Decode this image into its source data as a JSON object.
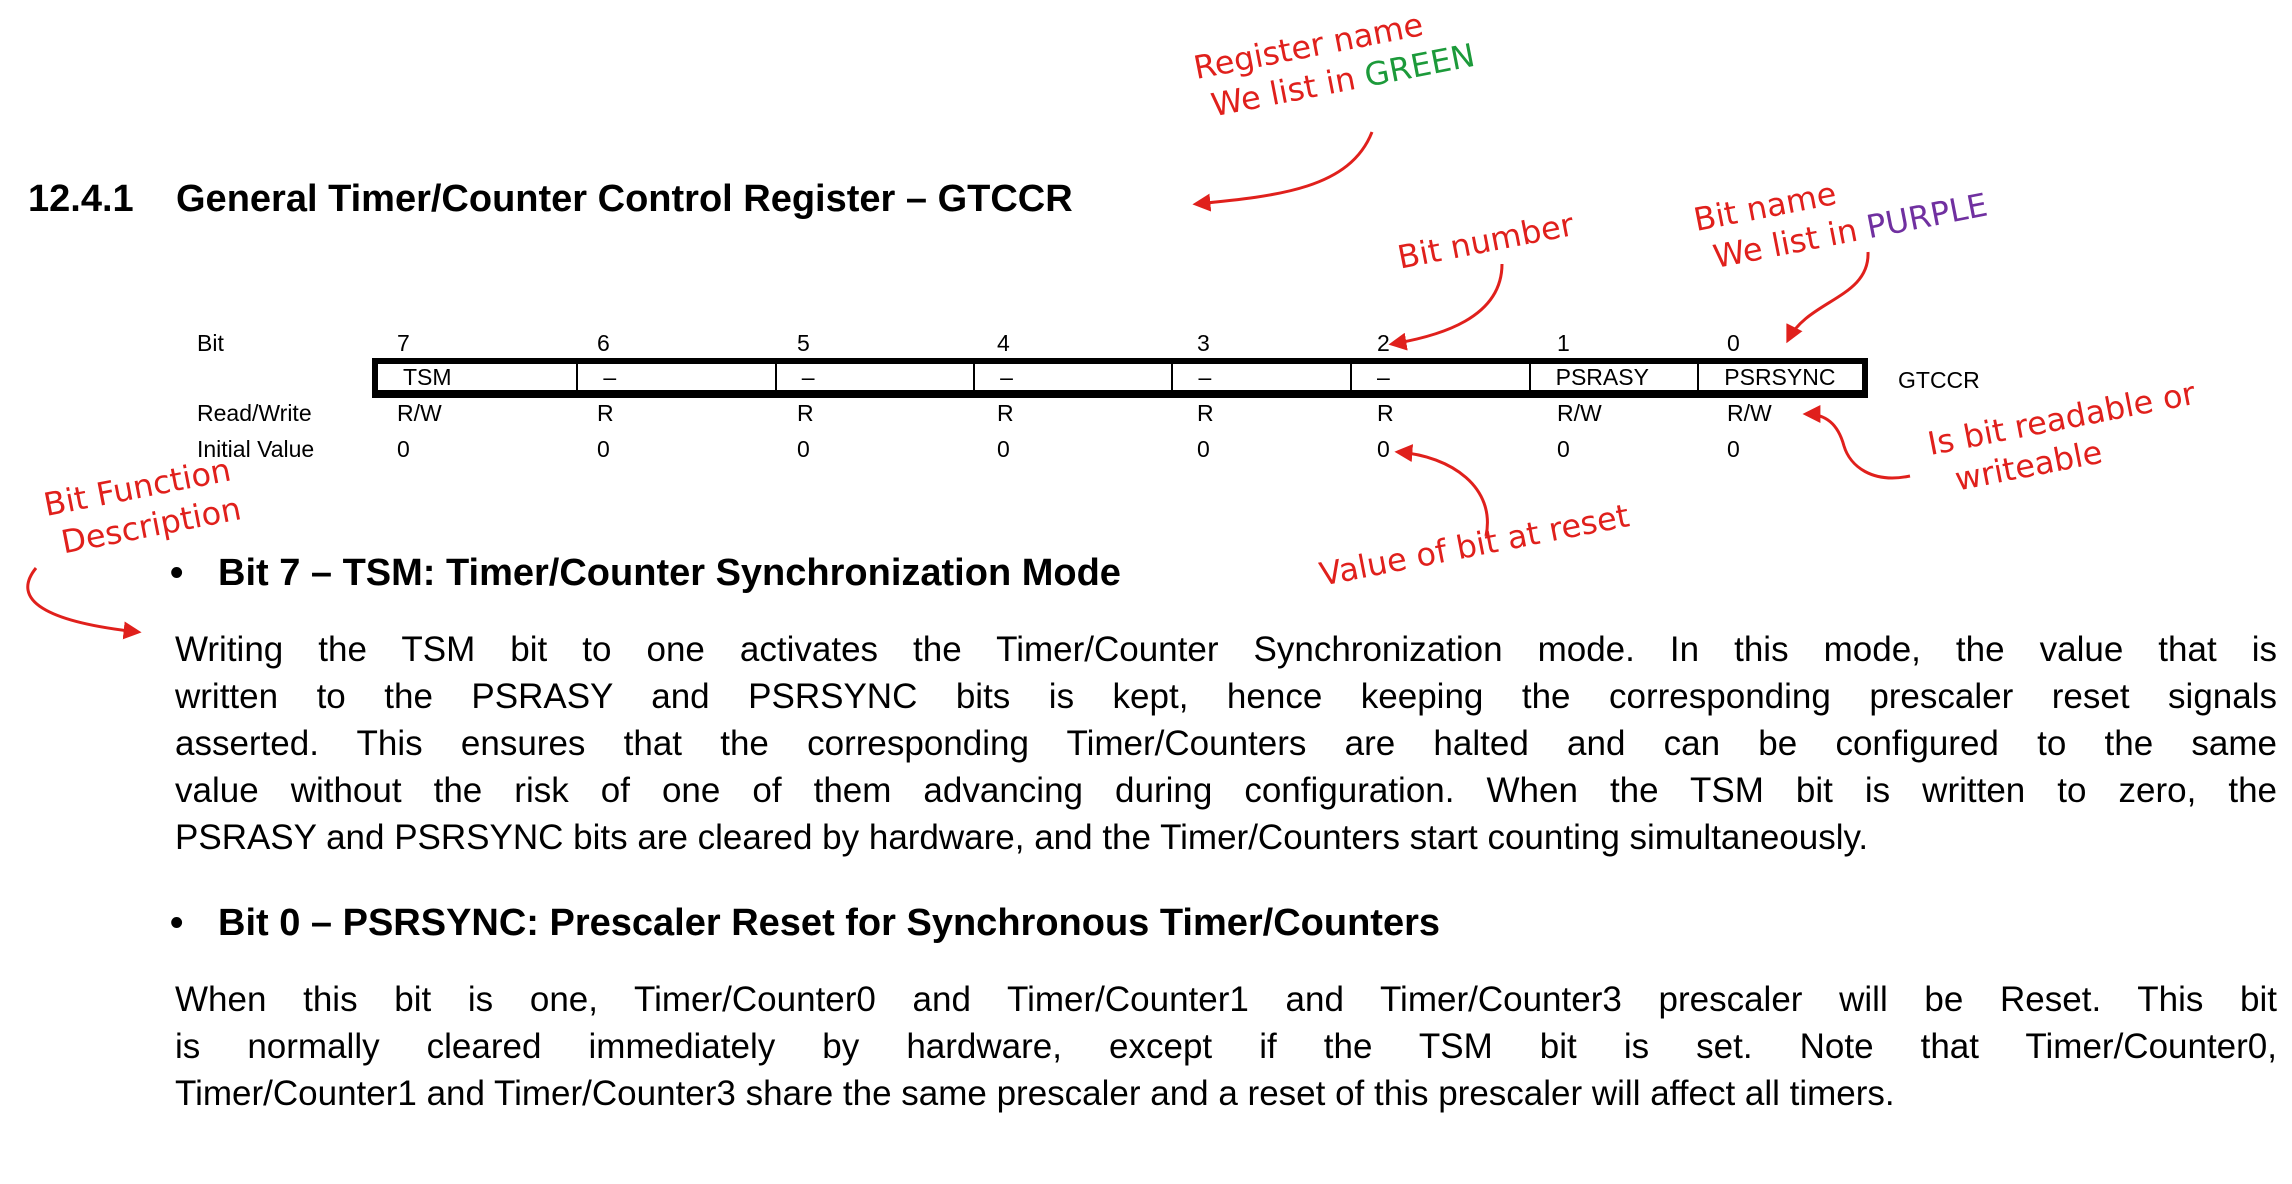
{
  "section": {
    "number": "12.4.1",
    "title": "General Timer/Counter Control Register – GTCCR"
  },
  "register": {
    "label_bit": "Bit",
    "label_rw": "Read/Write",
    "label_initial": "Initial Value",
    "name": "GTCCR",
    "bits": [
      {
        "number": "7",
        "name": "TSM",
        "access": "R/W",
        "initial": "0"
      },
      {
        "number": "6",
        "name": "–",
        "access": "R",
        "initial": "0"
      },
      {
        "number": "5",
        "name": "–",
        "access": "R",
        "initial": "0"
      },
      {
        "number": "4",
        "name": "–",
        "access": "R",
        "initial": "0"
      },
      {
        "number": "3",
        "name": "–",
        "access": "R",
        "initial": "0"
      },
      {
        "number": "2",
        "name": "–",
        "access": "R",
        "initial": "0"
      },
      {
        "number": "1",
        "name": "PSRASY",
        "access": "R/W",
        "initial": "0"
      },
      {
        "number": "0",
        "name": "PSRSYNC",
        "access": "R/W",
        "initial": "0"
      }
    ]
  },
  "bullet_tsm": {
    "marker": "•",
    "title": "Bit 7 – TSM: Timer/Counter Synchronization Mode",
    "lines": [
      "Writing the TSM bit to one activates the Timer/Counter Synchronization mode. In this mode, the value that is",
      "written to the PSRASY and PSRSYNC bits is kept, hence keeping the corresponding prescaler reset signals",
      "asserted. This ensures that the corresponding Timer/Counters are halted and can be configured to the same",
      "value without the risk of one of them advancing during configuration. When the TSM bit is written to zero, the",
      "PSRASY and PSRSYNC bits are cleared by hardware, and the Timer/Counters start counting simultaneously."
    ]
  },
  "bullet_psrsync": {
    "marker": "•",
    "title": "Bit 0 – PSRSYNC: Prescaler Reset for Synchronous Timer/Counters",
    "lines": [
      "When this bit is one, Timer/Counter0 and Timer/Counter1 and Timer/Counter3 prescaler will be Reset. This bit",
      "is normally cleared immediately by hardware, except if the TSM bit is set. Note that Timer/Counter0,",
      "Timer/Counter1 and Timer/Counter3 share the same prescaler and a reset of this prescaler will affect all timers."
    ]
  },
  "annotations": {
    "register_name_line1": "Register name",
    "register_name_line2_prefix": "We list in ",
    "register_name_line2_color_word": "GREEN",
    "bit_number": "Bit number",
    "bit_name_line1": "Bit name",
    "bit_name_line2_prefix": "We list in ",
    "bit_name_line2_color_word": "PURPLE",
    "readable_line1": "Is bit readable or",
    "readable_line2": "writeable",
    "reset_value": "Value of bit at reset",
    "bit_function_line1": "Bit Function",
    "bit_function_line2": "Description"
  },
  "colors": {
    "annotation": "#e0201c",
    "green": "#1c9a3a",
    "purple": "#7030a0"
  }
}
